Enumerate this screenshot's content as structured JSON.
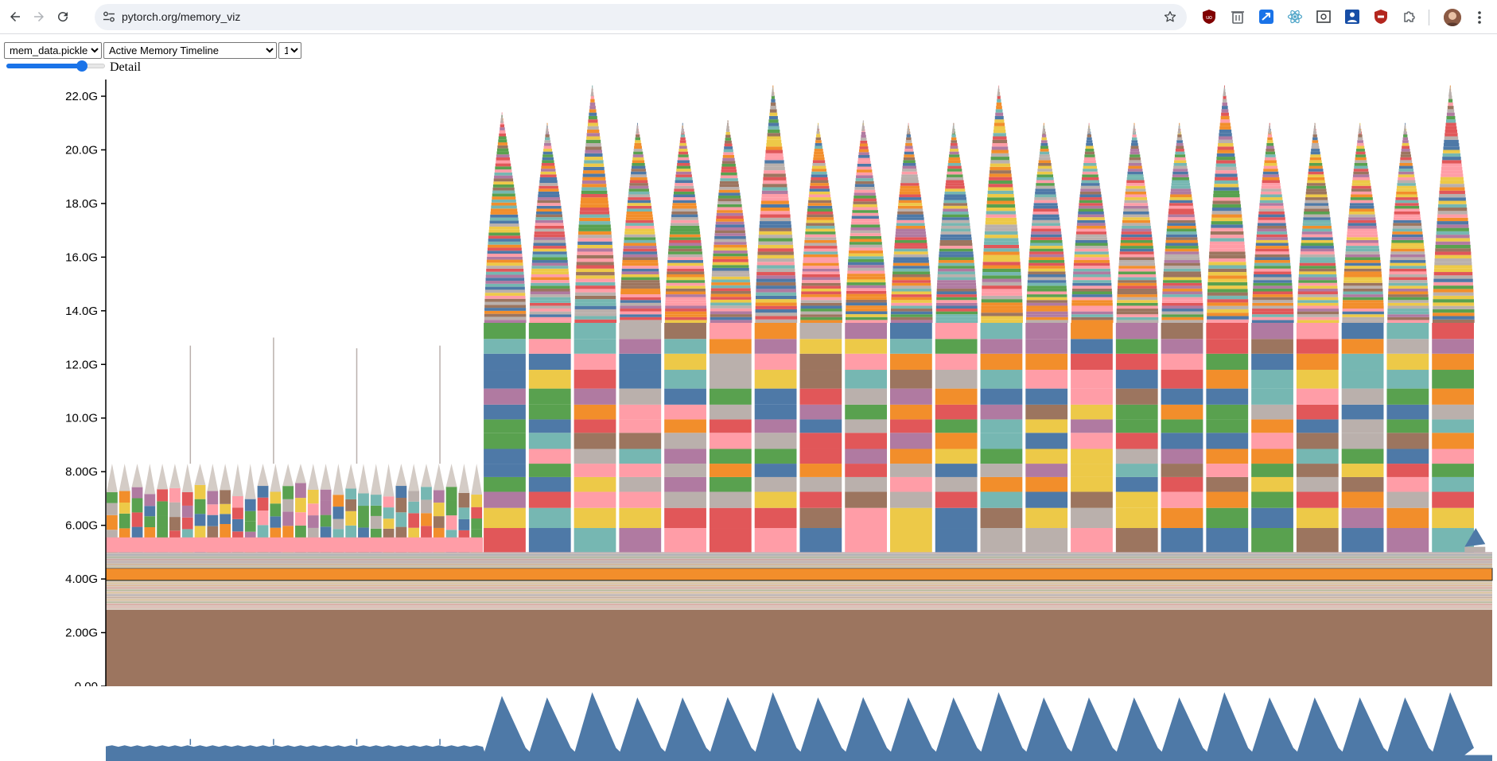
{
  "browser": {
    "url": "pytorch.org/memory_viz",
    "extensions": [
      {
        "name": "ublock-icon",
        "color": "#800000"
      },
      {
        "name": "trash-icon",
        "color": "#5f6368"
      },
      {
        "name": "arrow-ext-icon",
        "color": "#1a73e8"
      },
      {
        "name": "react-icon",
        "color": "#61dafb"
      },
      {
        "name": "screenshot-ext-icon",
        "color": "#3c4043"
      },
      {
        "name": "profile-ext-icon",
        "color": "#174ea6"
      },
      {
        "name": "shield-ext-icon",
        "color": "#b3261e"
      },
      {
        "name": "puzzle-icon",
        "color": "#5f6368"
      }
    ]
  },
  "controls": {
    "file_select": {
      "selected": "mem_data.pickle",
      "options": [
        "mem_data.pickle"
      ]
    },
    "view_select": {
      "selected": "Active Memory Timeline",
      "options": [
        "Active Memory Timeline"
      ]
    },
    "rank_select": {
      "selected": "1",
      "options": [
        "1"
      ]
    },
    "detail_slider": {
      "value_fraction": 0.8
    },
    "detail_label": "Detail"
  },
  "chart_data": {
    "type": "area",
    "ylim": [
      0,
      22.5
    ],
    "y_unit": "G",
    "y_ticks": [
      "0.00",
      "2.00G",
      "4.00G",
      "6.00G",
      "8.00G",
      "10.0G",
      "12.0G",
      "14.0G",
      "16.0G",
      "18.0G",
      "20.0G",
      "22.0G"
    ],
    "y_tick_values": [
      0,
      2,
      4,
      6,
      8,
      10,
      12,
      14,
      16,
      18,
      20,
      22
    ],
    "base_layers": [
      {
        "y0": 0,
        "y1": 2.85,
        "color": "#9c755f"
      },
      {
        "y0": 2.85,
        "y1": 3.95,
        "color": "#d9c8bd",
        "striped": true
      },
      {
        "y0": 3.95,
        "y1": 4.4,
        "color": "#f28e2b",
        "outlined": true
      },
      {
        "y0": 4.4,
        "y1": 5.0,
        "color": "#c9c1bb",
        "striped": true
      }
    ],
    "phase1": {
      "x_range": [
        0,
        0.272
      ],
      "cycles": 30,
      "floor": 5.0,
      "peak": 8.3,
      "spikes": [
        {
          "x": 0.061,
          "y": 12.7
        },
        {
          "x": 0.121,
          "y": 13.0
        },
        {
          "x": 0.181,
          "y": 12.6
        },
        {
          "x": 0.241,
          "y": 12.7
        }
      ]
    },
    "phase2": {
      "x_range": [
        0.272,
        1.0
      ],
      "floor": 5.0,
      "peaks": [
        21.4,
        21.0,
        22.4,
        21.0,
        21.0,
        21.1,
        22.4,
        21.0,
        21.1,
        21.0,
        21.0,
        22.4,
        21.0,
        21.0,
        21.0,
        21.0,
        22.4,
        21.0,
        21.0,
        21.0,
        21.0,
        22.4
      ]
    },
    "tail": {
      "x": 0.995,
      "y": 5.9
    },
    "palette": [
      "#4e79a7",
      "#f28e2b",
      "#e15759",
      "#76b7b2",
      "#59a14f",
      "#edc948",
      "#b07aa1",
      "#ff9da7",
      "#9c755f",
      "#bab0ac"
    ]
  }
}
